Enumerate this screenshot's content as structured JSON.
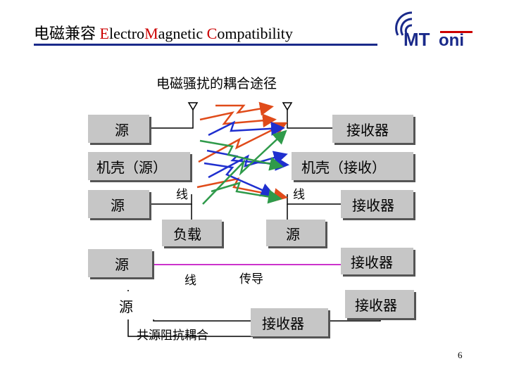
{
  "header": {
    "title_part1": "电磁兼容 ",
    "title_E": "E",
    "title_part2": "lectro",
    "title_M": "M",
    "title_part3": "agnetic ",
    "title_C": "C",
    "title_part4": "ompatibility"
  },
  "logo": {
    "text": "MToni",
    "accent_color": "#1a2a8a",
    "red_color": "#cc0000"
  },
  "diagram": {
    "subtitle": "电磁骚扰的耦合途径",
    "boxes": {
      "source1": "源",
      "receiver1": "接收器",
      "chassis_source": "机壳（源）",
      "chassis_receive": "机壳（接收）",
      "source2": "源",
      "receiver2": "接收器",
      "load": "负载",
      "source3": "源",
      "source4": "源",
      "receiver3": "接收器",
      "source5": "源",
      "receiver4": "接收器",
      "receiver5": "接收器"
    },
    "labels": {
      "line_left": "线",
      "line_right": "线",
      "line_mid": "线",
      "conduction": "传导",
      "common_impedance": "共源阻抗耦合"
    },
    "colors": {
      "red": "#e04b1a",
      "blue": "#1f2fcf",
      "green": "#2f9a4a",
      "magenta": "#cc33cc",
      "box_fill": "#c6c6c6"
    }
  },
  "page_number": "6"
}
